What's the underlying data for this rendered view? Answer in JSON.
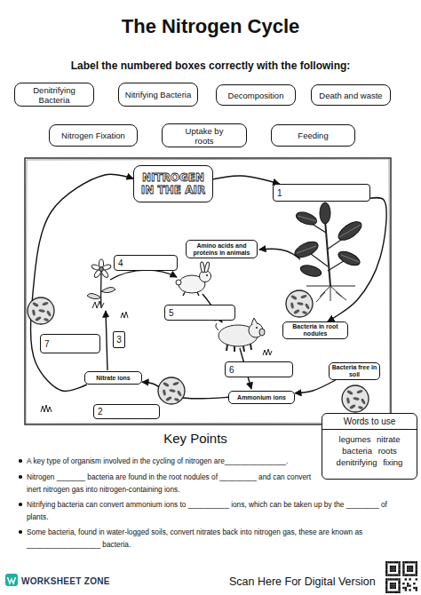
{
  "diagram": {
    "title": "The Nitrogen Cycle",
    "nodes": [
      {
        "text": [
          "Denitrifying Bacteria"
        ]
      },
      {
        "text": [
          "Nitrifying Bacteria"
        ]
      },
      {
        "text": [
          "Decomposition"
        ]
      },
      {
        "text": [
          "Death and waste"
        ]
      },
      {
        "text": [
          "Nitrogen Fixation"
        ]
      },
      {
        "text": [
          "Uptake by roots"
        ]
      },
      {
        "text": [
          "Feeding"
        ]
      },
      {
        "text": [
          "NITROGEN IN THE AIR"
        ]
      },
      {
        "text": [
          "1"
        ]
      },
      {
        "text": [
          "Amino acids and proteins in animals"
        ]
      },
      {
        "text": [
          "4"
        ]
      },
      {
        "text": [
          "5"
        ]
      },
      {
        "text": [
          "Bacteria in root nodules"
        ]
      },
      {
        "text": [
          "7"
        ]
      },
      {
        "text": [
          "3"
        ]
      },
      {
        "text": [
          "6"
        ]
      },
      {
        "text": [
          "Bacteria free in soil"
        ]
      },
      {
        "text": [
          "Nitrate ions"
        ]
      },
      {
        "text": [
          "Ammonium ions"
        ]
      },
      {
        "text": [
          "2"
        ]
      },
      {
        "text": [
          "Words to use",
          "legumes nitrate bacteria roots denitrifying fixing"
        ]
      }
    ],
    "edges": [
      {
        "from": 7,
        "to": 8,
        "arrow": "to"
      },
      {
        "from": 8,
        "to": 12,
        "arrow": "to"
      },
      {
        "from": 16,
        "to": 18,
        "arrow": "to"
      },
      {
        "from": 18,
        "to": 17,
        "arrow": "to"
      },
      {
        "from": 17,
        "to": 7,
        "arrow": "to"
      }
    ],
    "labels": [
      "Label the numbered boxes correctly with the following:",
      "Key Points",
      "A key type of organism involved in the cycling of nitrogen are_______________.",
      "Nitrogen _______ bacteria are found in the root nodules of _________ and can convert inert nitrogen gas into nitrogen-containing ions.",
      "Nitrifying bacteria can convert ammonium ions to __________ ions, which can be taken up by the ________ of plants.",
      "Some bacteria, found in water-logged soils, convert nitrates back into nitrogen gas, these are known as __________________ bacteria.",
      "WORKSHEET ZONE",
      "Scan Here For Digital Version"
    ]
  }
}
